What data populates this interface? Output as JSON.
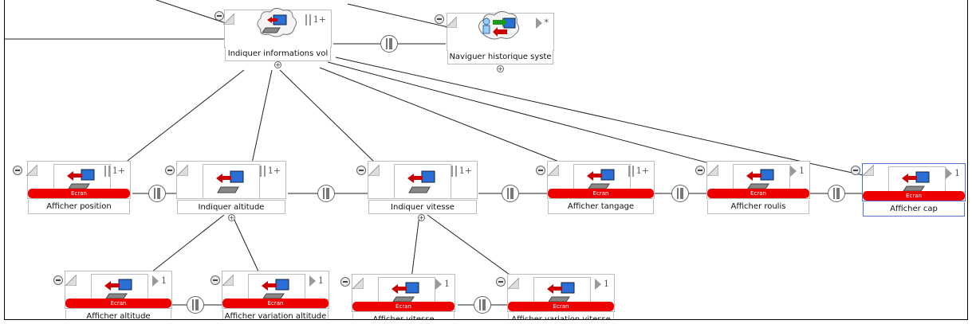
{
  "diagram": {
    "top_tasks": [
      {
        "id": "vol",
        "label": "Indiquer informations vol",
        "operator": "1+",
        "kind": "abstract"
      },
      {
        "id": "hist",
        "label": "Naviguer historique syste",
        "operator": "*",
        "kind": "interaction"
      }
    ],
    "middle_tasks": [
      {
        "id": "pos",
        "label": "Afficher position",
        "badge": "Ecran",
        "operator": "1+"
      },
      {
        "id": "alt",
        "label": "Indiquer altitude",
        "badge": "",
        "operator": "1+"
      },
      {
        "id": "vit",
        "label": "Indiquer vitesse",
        "badge": "",
        "operator": "1+"
      },
      {
        "id": "tang",
        "label": "Afficher tangage",
        "badge": "Ecran",
        "operator": "1+"
      },
      {
        "id": "roul",
        "label": "Afficher roulis",
        "badge": "Ecran",
        "operator": "1"
      },
      {
        "id": "cap",
        "label": "Afficher cap",
        "badge": "Ecran",
        "operator": "1"
      }
    ],
    "bottom_tasks": [
      {
        "id": "aalt",
        "label": "Afficher altitude",
        "badge": "Ecran",
        "operator": "1"
      },
      {
        "id": "avalt",
        "label": "Afficher variation altitude",
        "badge": "Ecran",
        "operator": "1"
      },
      {
        "id": "avit",
        "label": "Afficher vitesse",
        "badge": "Ecran",
        "operator": "1"
      },
      {
        "id": "avvit",
        "label": "Afficher variation vitesse",
        "badge": "Ecran",
        "operator": "1"
      }
    ],
    "expand_symbol": "+"
  }
}
